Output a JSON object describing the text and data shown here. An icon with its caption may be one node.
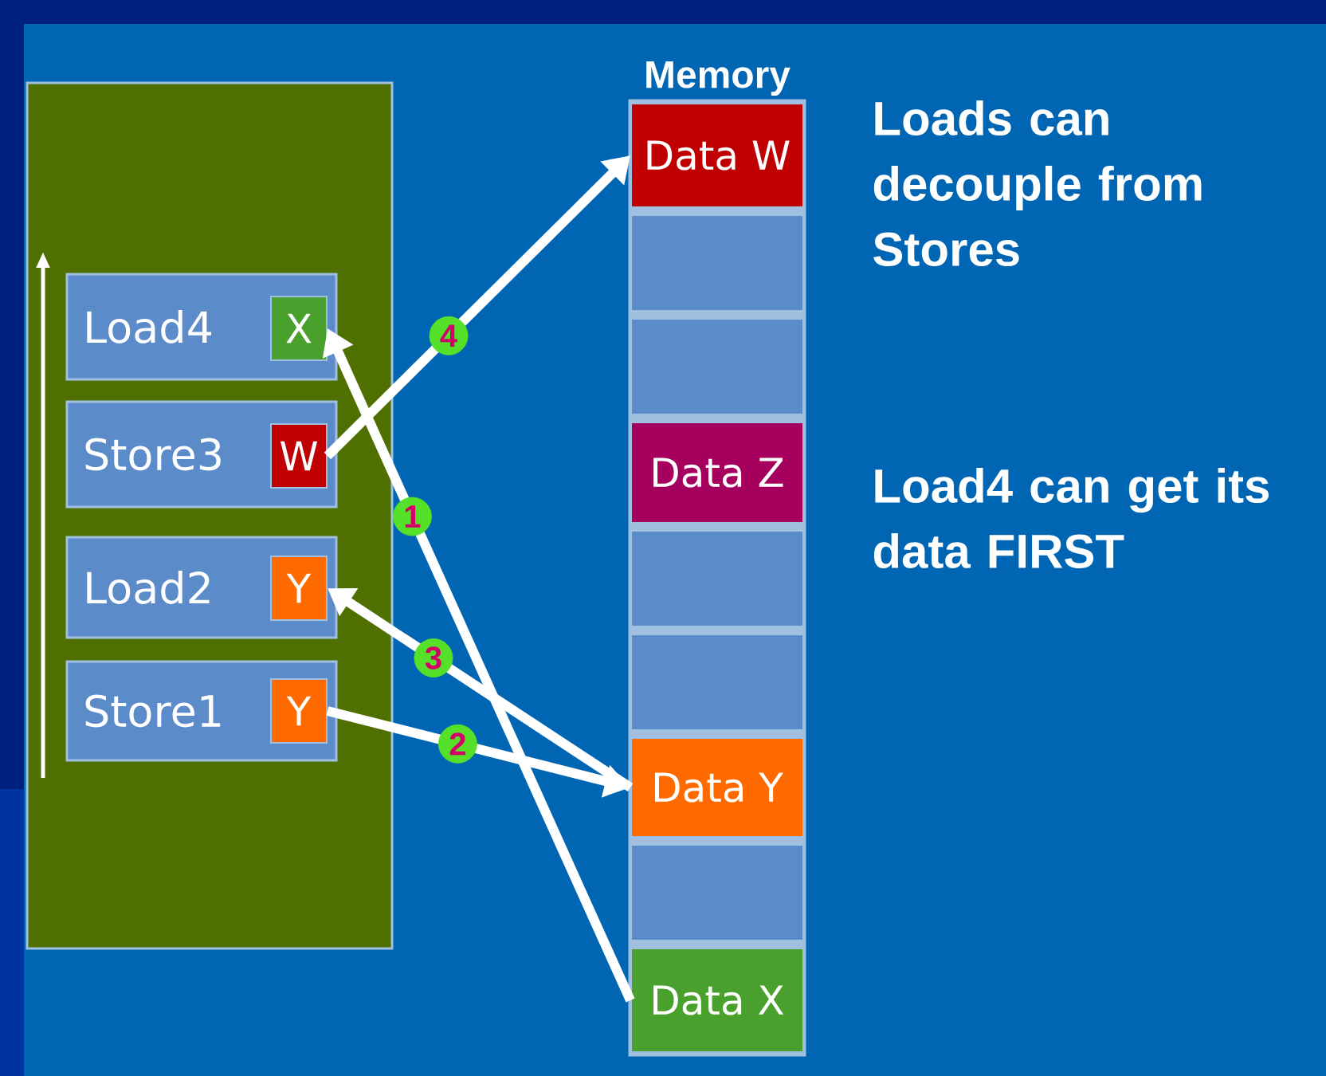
{
  "diagram": {
    "nodes": [
      {
        "text": [],
        "shape": "box"
      },
      {
        "text": [
          "Load4"
        ],
        "in": 0
      },
      {
        "text": [
          "X"
        ],
        "in": 1
      },
      {
        "text": [
          "Store3"
        ],
        "in": 0
      },
      {
        "text": [
          "W"
        ],
        "in": 3
      },
      {
        "text": [
          "Load2"
        ],
        "in": 0
      },
      {
        "text": [
          "Y"
        ],
        "in": 5
      },
      {
        "text": [
          "Store1"
        ],
        "in": 0
      },
      {
        "text": [
          "Y"
        ],
        "in": 7
      },
      {
        "text": [
          "Memory"
        ]
      },
      {
        "text": [
          "Data W"
        ],
        "in": 9
      },
      {
        "text": [],
        "shape": "box",
        "in": 9
      },
      {
        "text": [],
        "shape": "box",
        "in": 9
      },
      {
        "text": [
          "Data Z"
        ],
        "in": 9
      },
      {
        "text": [],
        "shape": "box",
        "in": 9
      },
      {
        "text": [],
        "shape": "box",
        "in": 9
      },
      {
        "text": [
          "Data Y"
        ],
        "in": 9
      },
      {
        "text": [],
        "shape": "box",
        "in": 9
      },
      {
        "text": [
          "Data X"
        ],
        "in": 9
      }
    ],
    "edges": [
      {
        "from": 4,
        "to": 10,
        "arrow": "to",
        "label": "4"
      },
      {
        "from": 18,
        "to": 2,
        "arrow": "to",
        "label": "1"
      },
      {
        "from": 16,
        "to": 6,
        "arrow": "to",
        "label": "3"
      },
      {
        "from": 8,
        "to": 16,
        "arrow": "to",
        "label": "2"
      }
    ],
    "labels": [
      "Loads can decouple from Stores",
      "Load4 can get its data FIRST"
    ]
  }
}
